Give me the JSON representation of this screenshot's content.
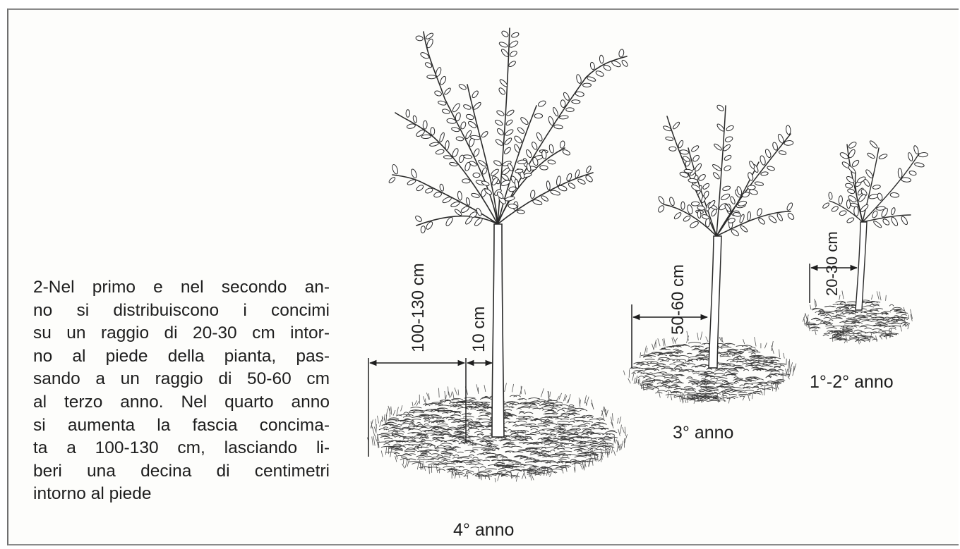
{
  "caption": {
    "lines": [
      "2-Nel primo e nel secondo an-",
      "no si distribuiscono i concimi",
      "su un raggio di 20-30 cm intor-",
      "no al piede della pianta, pas-",
      "sando a un raggio di 50-60 cm",
      "al terzo anno. Nel quarto anno",
      "si aumenta la fascia concima-",
      "ta a 100-130 cm, lasciando li-",
      "beri una decina di centimetri",
      "intorno al piede"
    ]
  },
  "trees": {
    "year4": {
      "label": "4° anno",
      "radius_label": "100-130 cm",
      "gap_label": "10 cm"
    },
    "year3": {
      "label": "3° anno",
      "radius_label": "50-60 cm"
    },
    "year12": {
      "label": "1°-2° anno",
      "radius_label": "20-30 cm"
    }
  }
}
